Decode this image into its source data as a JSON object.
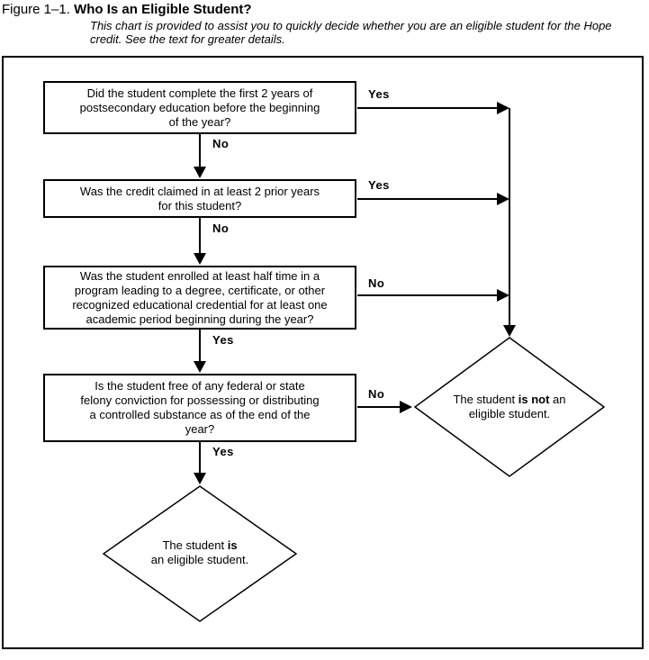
{
  "header": {
    "figure_label": "Figure 1–1.",
    "title": "Who Is an Eligible Student?",
    "subtitle": "This chart is provided to assist you to quickly decide whether you are an eligible student for the Hope credit. See the text for greater details."
  },
  "flowchart": {
    "questions": [
      {
        "text": [
          "Did the student complete the first 2 years of",
          "postsecondary education before the beginning",
          "of the year?"
        ],
        "right_label": "Yes",
        "down_label": "No"
      },
      {
        "text": [
          "Was the credit claimed in at least 2 prior years",
          "for this student?"
        ],
        "right_label": "Yes",
        "down_label": "No"
      },
      {
        "text": [
          "Was the student enrolled at least half time in a",
          "program leading to a degree, certificate, or other",
          "recognized educational credential for at least one",
          "academic period beginning during the year?"
        ],
        "right_label": "No",
        "down_label": "Yes"
      },
      {
        "text": [
          "Is the student free of any federal or state",
          "felony conviction for possessing or distributing",
          "a controlled substance as of the end of the",
          "year?"
        ],
        "right_label": "No",
        "down_label": "Yes"
      }
    ],
    "outcomes": {
      "not_eligible": {
        "pre": "The student ",
        "bold": "is not",
        "post": " an",
        "line2": "eligible student."
      },
      "eligible": {
        "pre": "The student ",
        "bold": "is",
        "post": "",
        "line2": "an eligible student."
      }
    }
  },
  "colors": {
    "ink": "#000000",
    "background": "#ffffff"
  }
}
